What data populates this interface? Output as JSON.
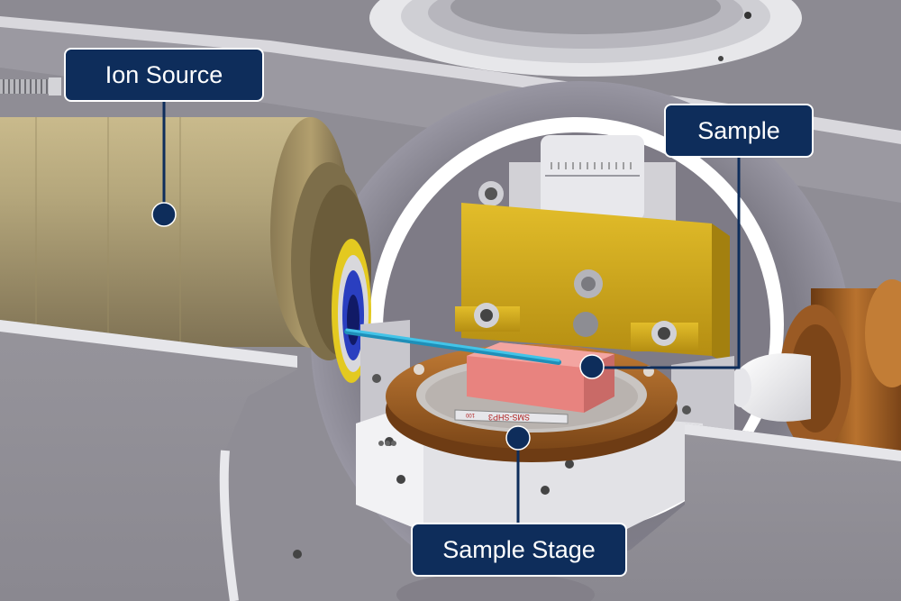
{
  "labels": {
    "ion_source": "Ion Source",
    "sample": "Sample",
    "sample_stage": "Sample Stage"
  },
  "engravings": {
    "stage_plate": "SMS-SHP3",
    "stage_plate_small": "100"
  },
  "colors": {
    "label_fill": "#0e2d5b",
    "label_border": "#ffffff",
    "leader_line": "#0e2d5b",
    "chamber_gray": "#8d8b93",
    "ion_source_body": "#a89a72",
    "mount_gold": "#d2a91c",
    "stage_bronze": "#a5652b",
    "sample_pink": "#e98a87",
    "beam_cyan": "#2fb4d8"
  }
}
